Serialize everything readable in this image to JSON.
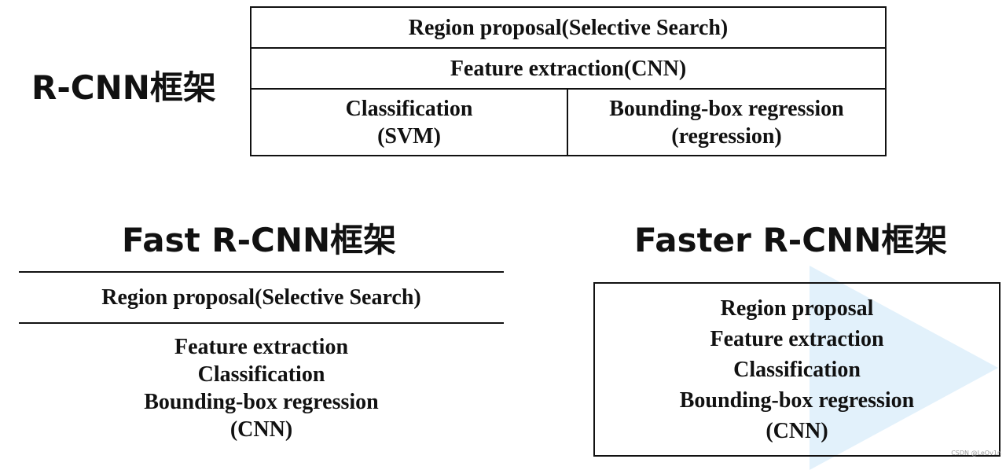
{
  "rcnn": {
    "title": "R-CNN框架",
    "row1": "Region proposal(Selective Search)",
    "row2": "Feature extraction(CNN)",
    "cell_left_line1": "Classification",
    "cell_left_line2": "(SVM)",
    "cell_right_line1": "Bounding-box regression",
    "cell_right_line2": "(regression)"
  },
  "fast_rcnn": {
    "title": "Fast R-CNN框架",
    "proposal": "Region proposal(Selective Search)",
    "lines": [
      "Feature extraction",
      "Classification",
      "Bounding-box regression",
      "(CNN)"
    ]
  },
  "faster_rcnn": {
    "title": "Faster R-CNN框架",
    "lines": [
      "Region proposal",
      "Feature extraction",
      "Classification",
      "Bounding-box regression",
      "(CNN)"
    ]
  },
  "watermark": "CSDN @LeOv1n"
}
